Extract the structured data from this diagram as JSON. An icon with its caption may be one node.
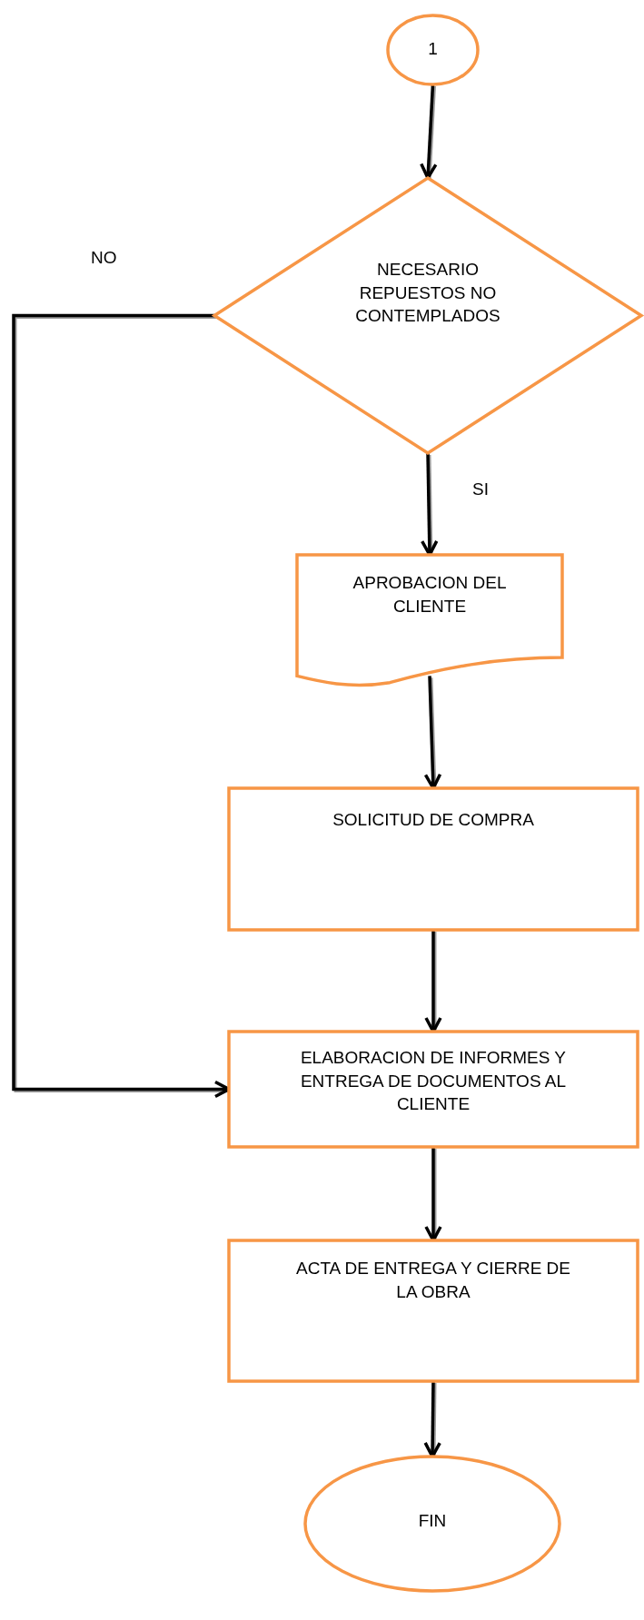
{
  "diagram": {
    "nodes": [
      {
        "text": [
          "1"
        ]
      },
      {
        "text": [
          "NECESARIO REPUESTOS NO CONTEMPLADOS"
        ]
      },
      {
        "text": [
          "APROBACION DEL CLIENTE"
        ]
      },
      {
        "text": [
          "SOLICITUD DE COMPRA"
        ]
      },
      {
        "text": [
          "ELABORACION DE INFORMES Y ENTREGA DE DOCUMENTOS AL CLIENTE"
        ]
      },
      {
        "text": [
          "ACTA DE ENTREGA Y CIERRE DE LA OBRA"
        ]
      },
      {
        "text": [
          "FIN"
        ]
      }
    ],
    "edges": [
      {
        "from": 0,
        "to": 1,
        "arrow": "to"
      },
      {
        "from": 1,
        "to": 2,
        "arrow": "to",
        "label": "SI"
      },
      {
        "from": 2,
        "to": 3,
        "arrow": "to"
      },
      {
        "from": 3,
        "to": 4,
        "arrow": "to"
      },
      {
        "from": 4,
        "to": 5,
        "arrow": "to"
      },
      {
        "from": 5,
        "to": 6,
        "arrow": "to"
      },
      {
        "from": 1,
        "to": 4,
        "arrow": "to",
        "label": "NO"
      }
    ]
  }
}
